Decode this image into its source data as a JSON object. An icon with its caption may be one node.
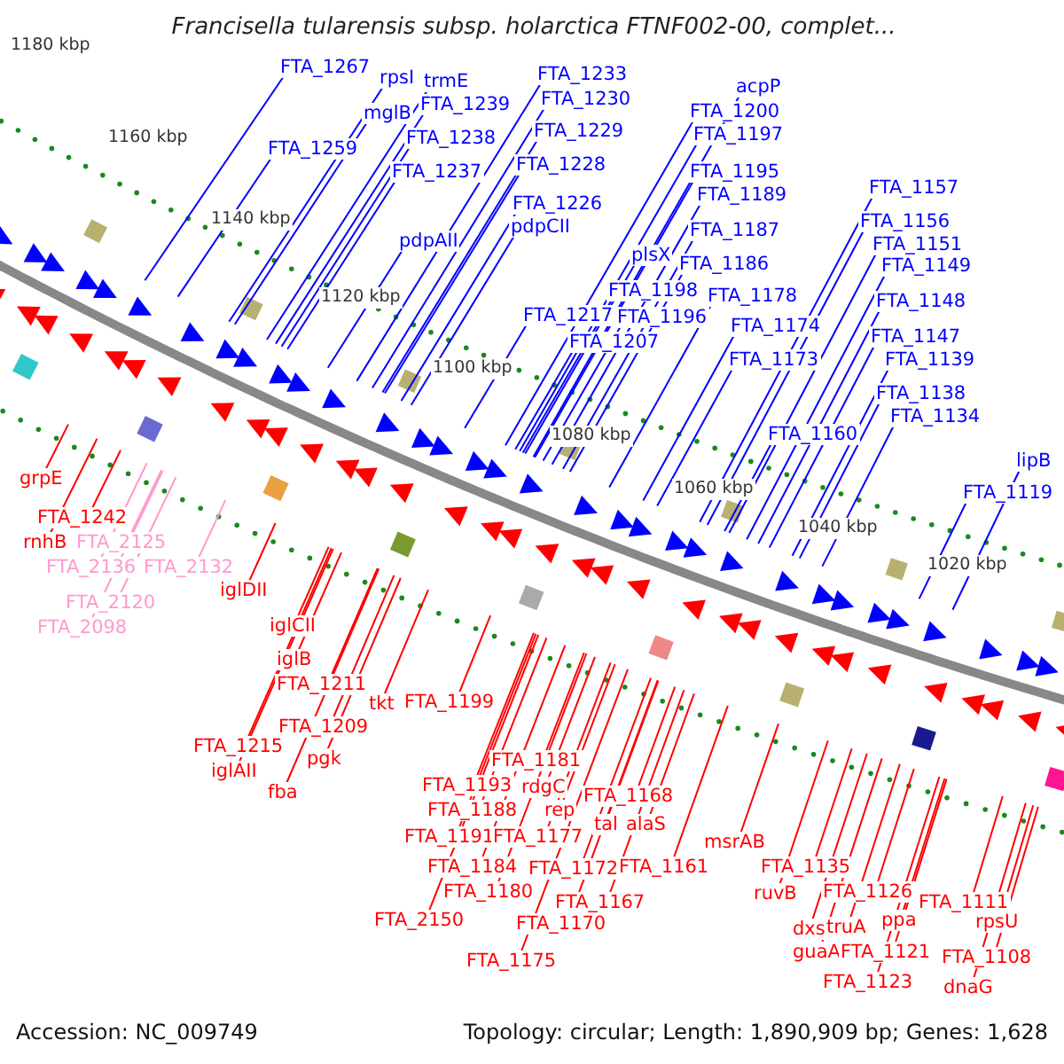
{
  "diagram": {
    "title": "Francisella tularensis subsp. holarctica FTNF002-00, complet...",
    "nodes": [
      {
        "text": [
          "FTA_1267"
        ]
      },
      {
        "text": [
          "rpsI"
        ]
      },
      {
        "text": [
          "trmE"
        ]
      },
      {
        "text": [
          "mglB"
        ]
      },
      {
        "text": [
          "FTA_1239"
        ]
      },
      {
        "text": [
          "FTA_1259"
        ]
      },
      {
        "text": [
          "FTA_1238"
        ]
      },
      {
        "text": [
          "FTA_1237"
        ]
      },
      {
        "text": [
          "pdpAII"
        ]
      },
      {
        "text": [
          "FTA_1233"
        ]
      },
      {
        "text": [
          "FTA_1230"
        ]
      },
      {
        "text": [
          "FTA_1229"
        ]
      },
      {
        "text": [
          "FTA_1228"
        ]
      },
      {
        "text": [
          "FTA_1226"
        ]
      },
      {
        "text": [
          "pdpCII"
        ]
      },
      {
        "text": [
          "FTA_1217"
        ]
      },
      {
        "text": [
          "plsX"
        ]
      },
      {
        "text": [
          "FTA_1198"
        ]
      },
      {
        "text": [
          "FTA_1196"
        ]
      },
      {
        "text": [
          "FTA_1207"
        ]
      },
      {
        "text": [
          "acpP"
        ]
      },
      {
        "text": [
          "FTA_1200"
        ]
      },
      {
        "text": [
          "FTA_1197"
        ]
      },
      {
        "text": [
          "FTA_1195"
        ]
      },
      {
        "text": [
          "FTA_1189"
        ]
      },
      {
        "text": [
          "FTA_1187"
        ]
      },
      {
        "text": [
          "FTA_1186"
        ]
      },
      {
        "text": [
          "FTA_1178"
        ]
      },
      {
        "text": [
          "FTA_1174"
        ]
      },
      {
        "text": [
          "FTA_1173"
        ]
      },
      {
        "text": [
          "FTA_1160"
        ]
      },
      {
        "text": [
          "FTA_1157"
        ]
      },
      {
        "text": [
          "FTA_1156"
        ]
      },
      {
        "text": [
          "FTA_1151"
        ]
      },
      {
        "text": [
          "FTA_1149"
        ]
      },
      {
        "text": [
          "FTA_1148"
        ]
      },
      {
        "text": [
          "FTA_1147"
        ]
      },
      {
        "text": [
          "FTA_1139"
        ]
      },
      {
        "text": [
          "FTA_1138"
        ]
      },
      {
        "text": [
          "FTA_1134"
        ]
      },
      {
        "text": [
          "lipB"
        ]
      },
      {
        "text": [
          "FTA_1119"
        ]
      },
      {
        "text": [
          "grpE"
        ]
      },
      {
        "text": [
          "FTA_1242"
        ]
      },
      {
        "text": [
          "rnhB"
        ]
      },
      {
        "text": [
          "FTA_2125"
        ]
      },
      {
        "text": [
          "FTA_2136"
        ]
      },
      {
        "text": [
          "FTA_2132"
        ]
      },
      {
        "text": [
          "FTA_2120"
        ]
      },
      {
        "text": [
          "FTA_2098"
        ]
      },
      {
        "text": [
          "iglDII"
        ]
      },
      {
        "text": [
          "iglCII"
        ]
      },
      {
        "text": [
          "iglB"
        ]
      },
      {
        "text": [
          "FTA_1211"
        ]
      },
      {
        "text": [
          "FTA_1209"
        ]
      },
      {
        "text": [
          "FTA_1215"
        ]
      },
      {
        "text": [
          "iglAII"
        ]
      },
      {
        "text": [
          "pgk"
        ]
      },
      {
        "text": [
          "fba"
        ]
      },
      {
        "text": [
          "tkt"
        ]
      },
      {
        "text": [
          "FTA_1199"
        ]
      },
      {
        "text": [
          "FTA_1181"
        ]
      },
      {
        "text": [
          "FTA_1193"
        ]
      },
      {
        "text": [
          "rdgC"
        ]
      },
      {
        "text": [
          "FTA_1188"
        ]
      },
      {
        "text": [
          "rep"
        ]
      },
      {
        "text": [
          "FTA_1168"
        ]
      },
      {
        "text": [
          "tal"
        ]
      },
      {
        "text": [
          "alaS"
        ]
      },
      {
        "text": [
          "FTA_1191"
        ]
      },
      {
        "text": [
          "FTA_1177"
        ]
      },
      {
        "text": [
          "FTA_1184"
        ]
      },
      {
        "text": [
          "FTA_1172"
        ]
      },
      {
        "text": [
          "FTA_1161"
        ]
      },
      {
        "text": [
          "FTA_1180"
        ]
      },
      {
        "text": [
          "FTA_1167"
        ]
      },
      {
        "text": [
          "FTA_2150"
        ]
      },
      {
        "text": [
          "FTA_1170"
        ]
      },
      {
        "text": [
          "FTA_1175"
        ]
      },
      {
        "text": [
          "msrAB"
        ]
      },
      {
        "text": [
          "FTA_1135"
        ]
      },
      {
        "text": [
          "ruvB"
        ]
      },
      {
        "text": [
          "FTA_1126"
        ]
      },
      {
        "text": [
          "dxs"
        ]
      },
      {
        "text": [
          "truA"
        ]
      },
      {
        "text": [
          "ppa"
        ]
      },
      {
        "text": [
          "guaA"
        ]
      },
      {
        "text": [
          "FTA_1121"
        ]
      },
      {
        "text": [
          "FTA_1123"
        ]
      },
      {
        "text": [
          "FTA_1111"
        ]
      },
      {
        "text": [
          "rpsU"
        ]
      },
      {
        "text": [
          "FTA_1108"
        ]
      },
      {
        "text": [
          "dnaG"
        ]
      }
    ],
    "edges": [
      {
        "from": 0,
        "to": null,
        "arrow": "none",
        "color": "#0000ff"
      },
      {
        "from": 1,
        "to": null,
        "arrow": "none",
        "color": "#0000ff"
      },
      {
        "from": 2,
        "to": null,
        "arrow": "none",
        "color": "#0000ff"
      },
      {
        "from": 3,
        "to": null,
        "arrow": "none",
        "color": "#0000ff"
      },
      {
        "from": 4,
        "to": null,
        "arrow": "none",
        "color": "#0000ff"
      },
      {
        "from": 5,
        "to": null,
        "arrow": "none",
        "color": "#0000ff"
      },
      {
        "from": 6,
        "to": null,
        "arrow": "none",
        "color": "#0000ff"
      },
      {
        "from": 7,
        "to": null,
        "arrow": "none",
        "color": "#0000ff"
      },
      {
        "from": 8,
        "to": null,
        "arrow": "none",
        "color": "#0000ff"
      },
      {
        "from": 9,
        "to": null,
        "arrow": "none",
        "color": "#0000ff"
      },
      {
        "from": 10,
        "to": null,
        "arrow": "none",
        "color": "#0000ff"
      },
      {
        "from": 11,
        "to": null,
        "arrow": "none",
        "color": "#0000ff"
      },
      {
        "from": 12,
        "to": null,
        "arrow": "none",
        "color": "#0000ff"
      },
      {
        "from": 13,
        "to": null,
        "arrow": "none",
        "color": "#0000ff"
      },
      {
        "from": 14,
        "to": null,
        "arrow": "none",
        "color": "#0000ff"
      },
      {
        "from": 15,
        "to": null,
        "arrow": "none",
        "color": "#0000ff"
      },
      {
        "from": 16,
        "to": null,
        "arrow": "none",
        "color": "#0000ff"
      },
      {
        "from": 17,
        "to": null,
        "arrow": "none",
        "color": "#0000ff"
      },
      {
        "from": 18,
        "to": null,
        "arrow": "none",
        "color": "#0000ff"
      },
      {
        "from": 19,
        "to": null,
        "arrow": "none",
        "color": "#0000ff"
      },
      {
        "from": 20,
        "to": null,
        "arrow": "none",
        "color": "#0000ff"
      },
      {
        "from": 21,
        "to": null,
        "arrow": "none",
        "color": "#0000ff"
      },
      {
        "from": 22,
        "to": null,
        "arrow": "none",
        "color": "#0000ff"
      },
      {
        "from": 23,
        "to": null,
        "arrow": "none",
        "color": "#0000ff"
      },
      {
        "from": 24,
        "to": null,
        "arrow": "none",
        "color": "#0000ff"
      },
      {
        "from": 25,
        "to": null,
        "arrow": "none",
        "color": "#0000ff"
      },
      {
        "from": 26,
        "to": null,
        "arrow": "none",
        "color": "#0000ff"
      },
      {
        "from": 27,
        "to": null,
        "arrow": "none",
        "color": "#0000ff"
      },
      {
        "from": 28,
        "to": null,
        "arrow": "none",
        "color": "#0000ff"
      },
      {
        "from": 29,
        "to": null,
        "arrow": "none",
        "color": "#0000ff"
      },
      {
        "from": 30,
        "to": null,
        "arrow": "none",
        "color": "#0000ff"
      },
      {
        "from": 31,
        "to": null,
        "arrow": "none",
        "color": "#0000ff"
      },
      {
        "from": 32,
        "to": null,
        "arrow": "none",
        "color": "#0000ff"
      },
      {
        "from": 33,
        "to": null,
        "arrow": "none",
        "color": "#0000ff"
      },
      {
        "from": 34,
        "to": null,
        "arrow": "none",
        "color": "#0000ff"
      },
      {
        "from": 35,
        "to": null,
        "arrow": "none",
        "color": "#0000ff"
      },
      {
        "from": 36,
        "to": null,
        "arrow": "none",
        "color": "#0000ff"
      },
      {
        "from": 37,
        "to": null,
        "arrow": "none",
        "color": "#0000ff"
      },
      {
        "from": 38,
        "to": null,
        "arrow": "none",
        "color": "#0000ff"
      },
      {
        "from": 39,
        "to": null,
        "arrow": "none",
        "color": "#0000ff"
      },
      {
        "from": 40,
        "to": null,
        "arrow": "none",
        "color": "#0000ff"
      },
      {
        "from": 41,
        "to": null,
        "arrow": "none",
        "color": "#0000ff"
      },
      {
        "from": 42,
        "to": null,
        "arrow": "none"
      },
      {
        "from": 43,
        "to": null,
        "arrow": "none"
      },
      {
        "from": 44,
        "to": null,
        "arrow": "none"
      },
      {
        "from": 45,
        "to": null,
        "arrow": "none",
        "color": "#ff99cc"
      },
      {
        "from": 46,
        "to": null,
        "arrow": "none",
        "color": "#ff99cc"
      },
      {
        "from": 47,
        "to": null,
        "arrow": "none",
        "color": "#ff99cc"
      },
      {
        "from": 48,
        "to": null,
        "arrow": "none",
        "color": "#ff99cc"
      },
      {
        "from": 49,
        "to": null,
        "arrow": "none",
        "color": "#ff99cc"
      },
      {
        "from": 50,
        "to": null,
        "arrow": "none"
      },
      {
        "from": 51,
        "to": null,
        "arrow": "none"
      },
      {
        "from": 52,
        "to": null,
        "arrow": "none"
      },
      {
        "from": 53,
        "to": null,
        "arrow": "none"
      },
      {
        "from": 54,
        "to": null,
        "arrow": "none"
      },
      {
        "from": 55,
        "to": null,
        "arrow": "none"
      },
      {
        "from": 56,
        "to": null,
        "arrow": "none"
      },
      {
        "from": 57,
        "to": null,
        "arrow": "none"
      },
      {
        "from": 58,
        "to": null,
        "arrow": "none"
      },
      {
        "from": 59,
        "to": null,
        "arrow": "none"
      },
      {
        "from": 60,
        "to": null,
        "arrow": "none"
      },
      {
        "from": 61,
        "to": null,
        "arrow": "none"
      },
      {
        "from": 62,
        "to": null,
        "arrow": "none"
      },
      {
        "from": 63,
        "to": null,
        "arrow": "none"
      },
      {
        "from": 64,
        "to": null,
        "arrow": "none"
      },
      {
        "from": 65,
        "to": null,
        "arrow": "none"
      },
      {
        "from": 66,
        "to": null,
        "arrow": "none"
      },
      {
        "from": 67,
        "to": null,
        "arrow": "none"
      },
      {
        "from": 68,
        "to": null,
        "arrow": "none"
      },
      {
        "from": 69,
        "to": null,
        "arrow": "none"
      },
      {
        "from": 70,
        "to": null,
        "arrow": "none"
      },
      {
        "from": 71,
        "to": null,
        "arrow": "none"
      },
      {
        "from": 72,
        "to": null,
        "arrow": "none"
      },
      {
        "from": 73,
        "to": null,
        "arrow": "none"
      },
      {
        "from": 74,
        "to": null,
        "arrow": "none"
      },
      {
        "from": 75,
        "to": null,
        "arrow": "none"
      },
      {
        "from": 76,
        "to": null,
        "arrow": "none"
      },
      {
        "from": 77,
        "to": null,
        "arrow": "none"
      },
      {
        "from": 78,
        "to": null,
        "arrow": "none"
      },
      {
        "from": 79,
        "to": null,
        "arrow": "none"
      },
      {
        "from": 80,
        "to": null,
        "arrow": "none"
      },
      {
        "from": 81,
        "to": null,
        "arrow": "none"
      },
      {
        "from": 82,
        "to": null,
        "arrow": "none"
      },
      {
        "from": 83,
        "to": null,
        "arrow": "none"
      },
      {
        "from": 84,
        "to": null,
        "arrow": "none"
      },
      {
        "from": 85,
        "to": null,
        "arrow": "none"
      },
      {
        "from": 86,
        "to": null,
        "arrow": "none"
      },
      {
        "from": 87,
        "to": null,
        "arrow": "none"
      },
      {
        "from": 88,
        "to": null,
        "arrow": "none"
      },
      {
        "from": 89,
        "to": null,
        "arrow": "none"
      },
      {
        "from": 90,
        "to": null,
        "arrow": "none"
      },
      {
        "from": 91,
        "to": null,
        "arrow": "none"
      },
      {
        "from": 92,
        "to": null,
        "arrow": "none"
      }
    ],
    "labels": [
      "1180 kbp",
      "1160 kbp",
      "1140 kbp",
      "1120 kbp",
      "1100 kbp",
      "1080 kbp",
      "1060 kbp",
      "1040 kbp",
      "1020 kbp",
      "Accession: NC_009749",
      "Topology: circular; Length: 1,890,909 bp; Genes: 1,628"
    ]
  }
}
